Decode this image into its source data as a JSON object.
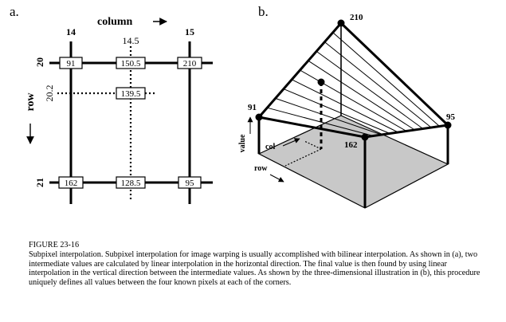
{
  "panel_a": {
    "label": "a.",
    "column_axis": "column",
    "row_axis": "row",
    "col_ticks": [
      "14",
      "14.5",
      "15"
    ],
    "row_ticks": [
      "20",
      "20.2",
      "21"
    ],
    "values": {
      "top_left": "91",
      "top_mid": "150.5",
      "top_right": "210",
      "mid_mid": "139.5",
      "bot_left": "162",
      "bot_mid": "128.5",
      "bot_right": "95"
    }
  },
  "panel_b": {
    "label": "b.",
    "corner_top": "210",
    "corner_left": "91",
    "corner_right": "95",
    "corner_front": "162",
    "axis_value": "value",
    "axis_col": "col",
    "axis_row": "row"
  },
  "caption": {
    "title": "FIGURE 23-16",
    "text": "Subpixel interpolation. Subpixel interpolation for image warping is usually accomplished with bilinear interpolation.  As shown in (a), two intermediate values are calculated by linear interpolation in the horizontal direction.  The final value is then found by using linear interpolation in the vertical direction between the intermediate values.  As shown by the three-dimensional illustration in (b), this procedure uniquely defines all values between the four known pixels at each of the corners."
  }
}
